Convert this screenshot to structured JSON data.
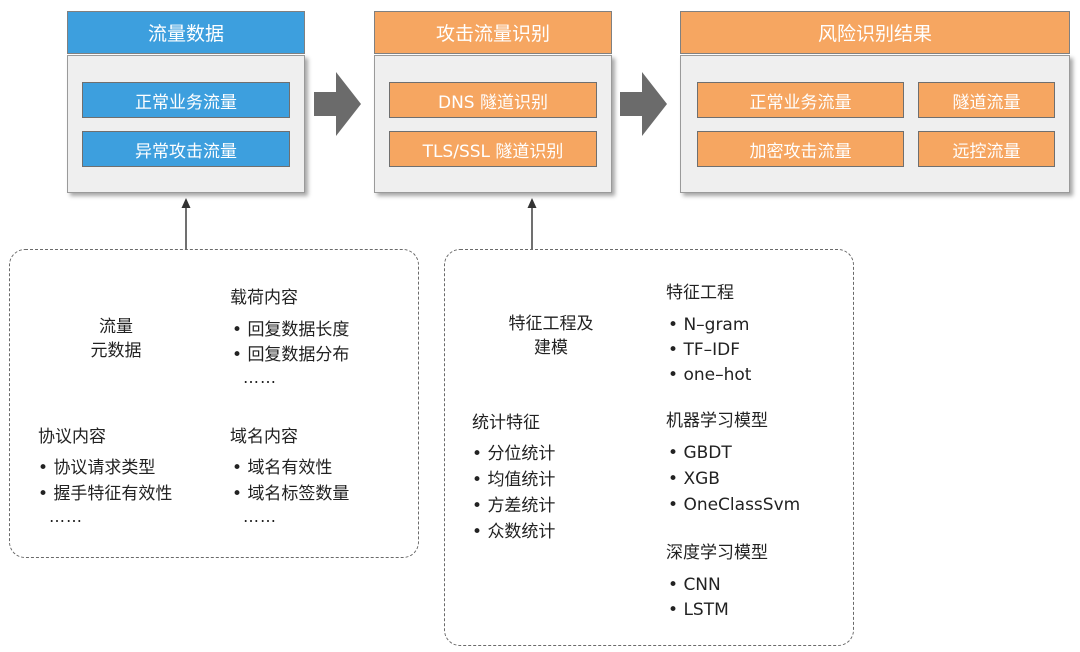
{
  "stages": {
    "traffic_data": {
      "title": "流量数据",
      "items": [
        "正常业务流量",
        "异常攻击流量"
      ]
    },
    "attack_identification": {
      "title": "攻击流量识别",
      "items": [
        "DNS 隧道识别",
        "TLS/SSL 隧道识别"
      ]
    },
    "risk_results": {
      "title": "风险识别结果",
      "items": [
        "正常业务流量",
        "隧道流量",
        "加密攻击流量",
        "远控流量"
      ]
    }
  },
  "metadata_group": {
    "title": "流量\n元数据",
    "title_line1": "流量",
    "title_line2": "元数据",
    "payload": {
      "heading": "载荷内容",
      "items": [
        "回复数据长度",
        "回复数据分布"
      ],
      "ellipsis": "……"
    },
    "protocol": {
      "heading": "协议内容",
      "items": [
        "协议请求类型",
        "握手特征有效性"
      ],
      "ellipsis": "……"
    },
    "domain": {
      "heading": "域名内容",
      "items": [
        "域名有效性",
        "域名标签数量"
      ],
      "ellipsis": "……"
    }
  },
  "modeling_group": {
    "title_line1": "特征工程及",
    "title_line2": "建模",
    "statistical_features": {
      "heading": "统计特征",
      "items": [
        "分位统计",
        "均值统计",
        "方差统计",
        "众数统计"
      ]
    },
    "feature_engineering": {
      "heading": "特征工程",
      "items": [
        "N–gram",
        "TF–IDF",
        "one–hot"
      ]
    },
    "ml_models": {
      "heading": "机器学习模型",
      "items": [
        "GBDT",
        "XGB",
        "OneClassSvm"
      ]
    },
    "dl_models": {
      "heading": "深度学习模型",
      "items": [
        "CNN",
        "LSTM"
      ]
    }
  },
  "colors": {
    "blue": "#3d9fde",
    "orange": "#f6a661",
    "panel_bg": "#efefef",
    "arrow": "#6b6b6b"
  }
}
